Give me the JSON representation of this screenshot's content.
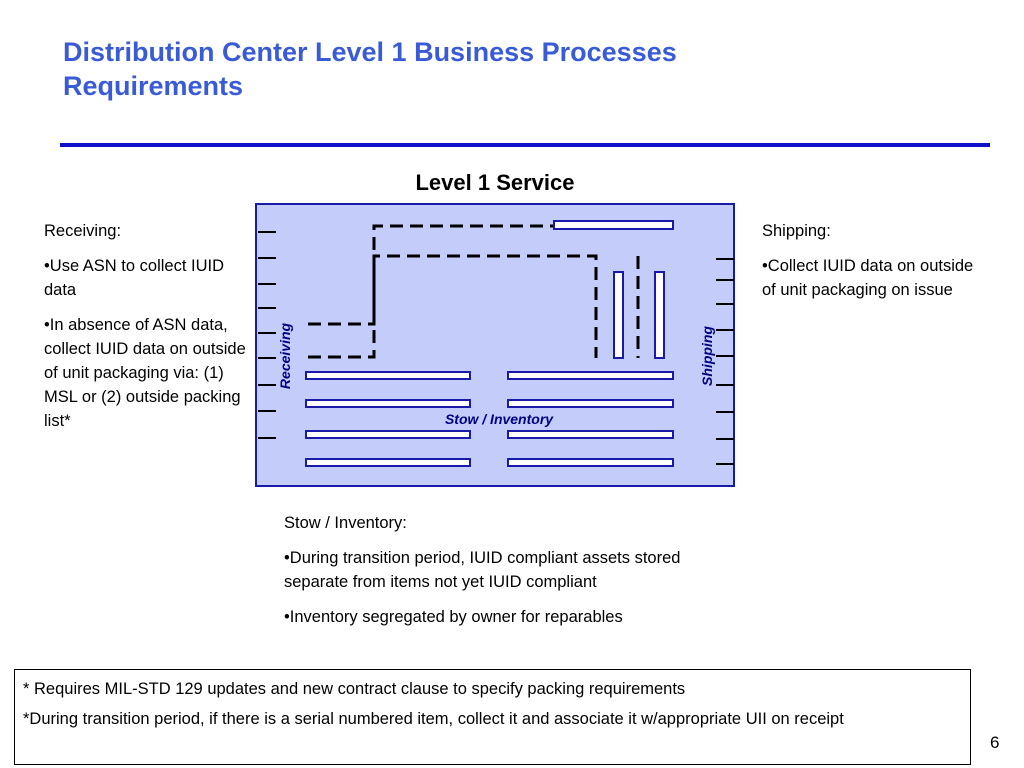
{
  "slide": {
    "title_line1": "Distribution Center Level 1 Business Processes",
    "title_line2": "Requirements",
    "page_number": "6"
  },
  "diagram": {
    "title": "Level 1 Service",
    "receiving_label": "Receiving",
    "shipping_label": "Shipping",
    "stow_label": "Stow / Inventory",
    "colors": {
      "floor_fill": "#c4ccfa",
      "floor_border": "#1a1aa8",
      "rack_fill": "#ffffff",
      "rack_border": "#1a1aa8",
      "path": "#000000",
      "label": "#000080"
    }
  },
  "receiving": {
    "heading": "Receiving:",
    "bullets": [
      "•Use ASN to collect IUID data",
      "•In absence of ASN data, collect IUID data on outside of unit packaging via:  (1) MSL or (2) outside packing list*"
    ]
  },
  "shipping": {
    "heading": "Shipping:",
    "bullets": [
      "•Collect IUID data on outside of unit packaging on issue"
    ]
  },
  "stow": {
    "heading": "Stow / Inventory:",
    "bullets": [
      "•During transition period, IUID compliant assets stored separate from items not yet IUID compliant",
      "•Inventory segregated by owner for reparables"
    ]
  },
  "footnotes": [
    "* Requires MIL-STD 129 updates and new contract clause to specify packing requirements",
    "*During transition period, if there is a serial numbered item, collect it and associate it w/appropriate UII on receipt"
  ]
}
